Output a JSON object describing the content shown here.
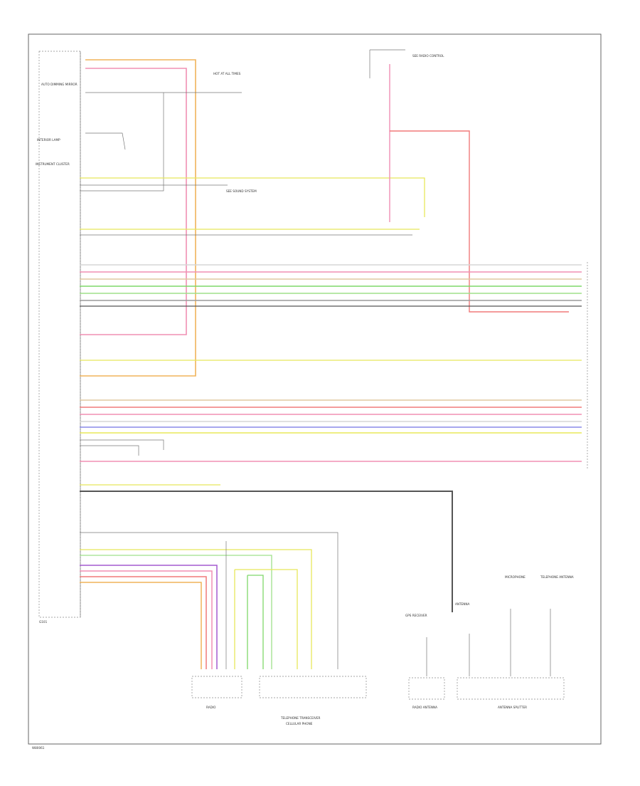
{
  "colors": {
    "red": "#f07a7a",
    "pink": "#f08fb4",
    "orange": "#f0b35a",
    "yellow": "#e8e85a",
    "green": "#7fd86a",
    "lightgreen": "#9fe08a",
    "gray": "#9a9a9a",
    "darkgray": "#555555",
    "blue": "#8a8ae8",
    "violet": "#a45ad0",
    "white": "#d6d6d6",
    "tan": "#e0c8a0"
  },
  "labels": {
    "left_module": "INSTRUMENT CLUSTER",
    "top_left_a": "AUTO DIMMING MIRROR",
    "top_left_b": "INTERIOR LAMP",
    "top_mid": "HOT AT ALL TIMES",
    "top_right": "SEE RADIO CONTROL",
    "mid_left": "SEE SOUND SYSTEM",
    "radio_head": "RADIO",
    "phone_module": "TELEPHONE TRANSCEIVER",
    "phone_sub": "CELLULAR PHONE",
    "antenna": "ANTENNA",
    "radio_antenna": "RADIO ANTENNA",
    "splitter": "ANTENNA SPLITTER",
    "tel_antenna": "TELEPHONE ANTENNA",
    "hands_free": "MICROPHONE",
    "gps": "GPS RECEIVER",
    "ground": "G101",
    "footer": "W80061"
  }
}
